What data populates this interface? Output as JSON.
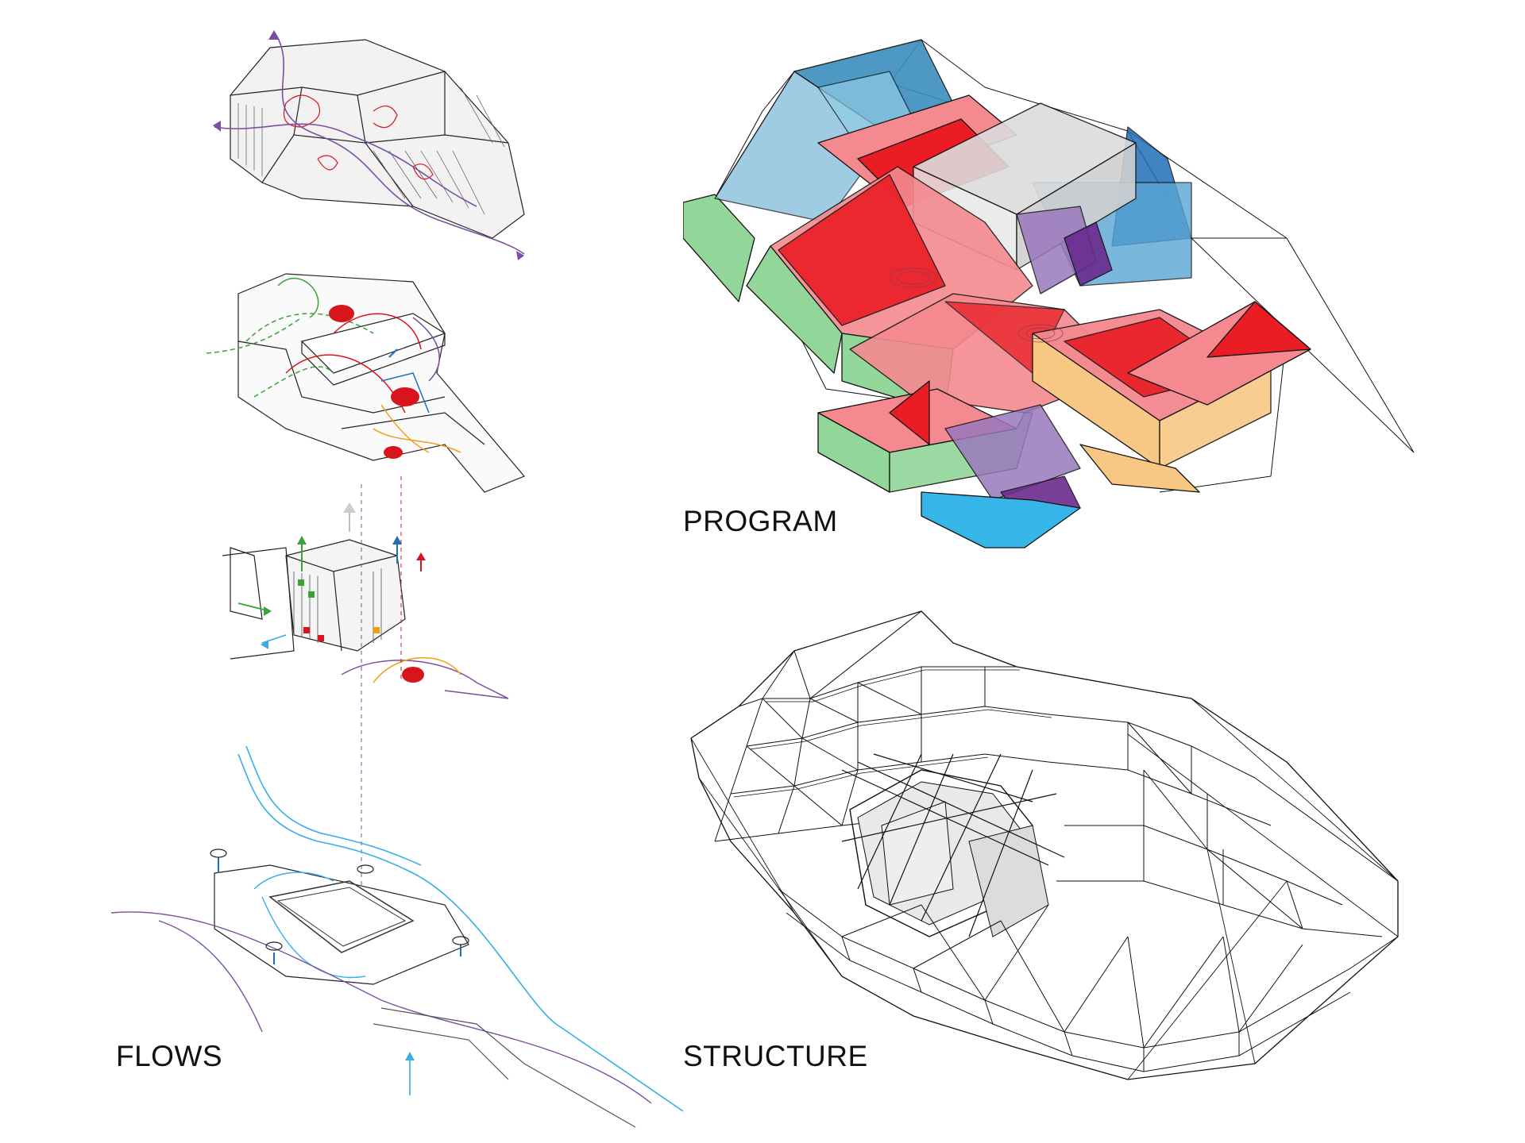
{
  "labels": {
    "flows": "FLOWS",
    "program": "PROGRAM",
    "structure": "STRUCTURE"
  },
  "colors": {
    "program_pink": "#f4898f",
    "program_red": "#ea1c24",
    "program_green": "#93d69a",
    "program_blue": "#7fbcd9",
    "program_deep_blue": "#3a8fbd",
    "program_cyan": "#38b5e8",
    "program_purple": "#9a78bd",
    "program_orange": "#f9c784",
    "program_gray": "#dcdcdc",
    "flow_purple": "#7a4fa0",
    "flow_red": "#d8151c",
    "flow_green": "#3aa23a",
    "flow_blue": "#1f6fb8",
    "flow_orange": "#f29d18",
    "flow_cyan": "#38aee8"
  }
}
